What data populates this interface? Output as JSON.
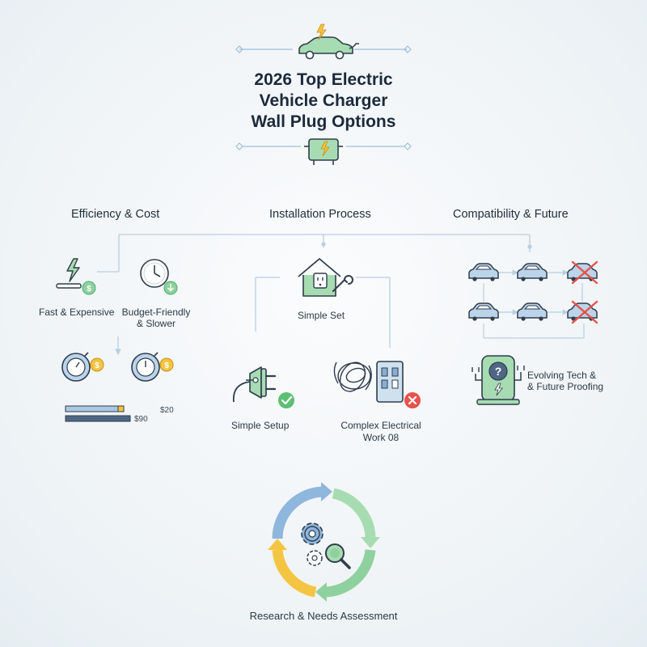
{
  "title": {
    "line1": "2026 Top Electric",
    "line2": "Vehicle Charger",
    "line3": "Wall Plug Options"
  },
  "sections": {
    "efficiency": {
      "heading": "Efficiency & Cost",
      "fast_label": "Fast & Expensive",
      "budget_label_1": "Budget-Friendly",
      "budget_label_2": "& Slower",
      "price_small": "$20",
      "price_large": "$90"
    },
    "installation": {
      "heading": "Installation Process",
      "simple_set_label": "Simple Set",
      "simple_setup_label": "Simple Setup",
      "complex_label_1": "Complex Electrical",
      "complex_label_2": "Work 08"
    },
    "compatibility": {
      "heading": "Compatibility & Future",
      "evolving_label_1": "Evolving Tech &",
      "evolving_label_2": "& Future Proofing"
    }
  },
  "cycle": {
    "label": "Research & Needs Assessment"
  },
  "colors": {
    "line": "#9dbfd6",
    "green": "#8fd19e",
    "green_dark": "#4caf6a",
    "yellow": "#f4c542",
    "blue": "#8fb6dc",
    "navy": "#2f3d4c",
    "red": "#e5534b"
  }
}
